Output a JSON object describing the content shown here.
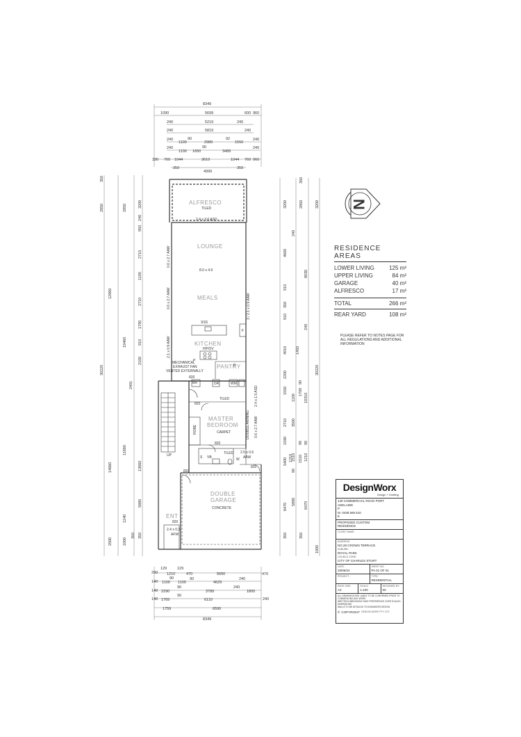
{
  "dimensions": {
    "top_overall": "8349",
    "top_row1": [
      "1090",
      "5699",
      "600",
      "960"
    ],
    "top_row2": [
      "240",
      "5219",
      "240"
    ],
    "top_row3": [
      "240",
      "5819",
      "240"
    ],
    "top_row4": [
      "240",
      "1100",
      "90",
      "2989",
      "92",
      "1550",
      "240"
    ],
    "top_row5": [
      "240",
      "1100",
      "1650",
      "90",
      "3489",
      "240"
    ],
    "top_row6": [
      "330",
      "760",
      "1044",
      "3610",
      "1044",
      "760",
      "960"
    ],
    "top_row7": [
      "350",
      "4999",
      "350"
    ],
    "left_outer": [
      "350",
      "2850",
      "12960",
      "30220",
      "14660",
      "2500",
      "350"
    ],
    "left_mid": [
      "2850",
      "19460",
      "11680",
      "1240"
    ],
    "left_inner": [
      "3200",
      "240",
      "950",
      "2710",
      "1190",
      "2710",
      "1790",
      "910",
      "2100",
      "2401",
      "13660",
      "5880",
      "1000",
      "350"
    ],
    "right_outer": [
      "350",
      "3200",
      "30220",
      "1000"
    ],
    "right_mid": [
      "2850",
      "8030",
      "240",
      "10310",
      "6470",
      "350"
    ],
    "right_inner": [
      "3200",
      "240",
      "4600",
      "910",
      "350",
      "910",
      "4910",
      "2200",
      "1550",
      "3500",
      "2710",
      "1590",
      "1510",
      "6470",
      "5880",
      "350"
    ],
    "right_extra": [
      "1450",
      "1100",
      "1510",
      "90",
      "1210",
      "90",
      "5400",
      "1210",
      "90",
      "1700",
      "90"
    ],
    "bottom_row1": [
      "290",
      "129",
      "1210",
      "129",
      "470",
      "5650",
      "470"
    ],
    "bottom_row2": [
      "140",
      "90",
      "1100",
      "1100",
      "90",
      "4629",
      "240"
    ],
    "bottom_row3": [
      "140",
      "2290",
      "90",
      "3789",
      "240",
      "1800"
    ],
    "bottom_row4": [
      "140",
      "1769",
      "90",
      "6110",
      "240"
    ],
    "bottom_row5": [
      "1759",
      "6590"
    ],
    "bottom_overall": "8349"
  },
  "rooms": {
    "alfresco": "ALFRESCO",
    "alfresco_floor": "TILED",
    "alfresco_dim": "2.4 x 3.6 ASD",
    "lounge": "LOUNGE",
    "lounge_dim": "8.0 x 4.9",
    "meals": "MEALS",
    "kitchen": "KITCHEN",
    "sss": "SSS",
    "hpov": "HP/OV",
    "pantry": "PANTRY",
    "fridge": "F",
    "pantry_p": "P",
    "master": "MASTER",
    "master2": "BEDROOM",
    "master_floor": "CARPET",
    "robe": "ROBE",
    "garage": "DOUBLE",
    "garage2": "GARAGE",
    "garage_floor": "CONCRETE",
    "entry": "ENT",
    "br": "BR",
    "dr": "DR",
    "wm": "WM",
    "tiled1": "TILED",
    "tiled2": "TILED",
    "sh": "S",
    "vb": "VB",
    "w": "W",
    "up": "UP",
    "p_mark": "P",
    "d820": [
      "820",
      "820",
      "820",
      "820",
      "820",
      "820"
    ]
  },
  "windows": {
    "w1": "0.6 x 2.7 AAW",
    "w2": "0.6 x 2.7 AAW",
    "w3": "2.1 x 0.9 AAW",
    "w4": "3 / 2.1 x 0.9 AAW",
    "w5": "2.4 x 1.5 ASD",
    "w6": "DOUBLE AWNING",
    "w7": "0.6 x 2.7 AAW",
    "w8": "2.5 x 0.6",
    "w8b": "AAW",
    "w9": "2.4 x 0.3",
    "w9b": "AFW",
    "exhaust": [
      "MECHANICAL",
      "EXHAUST FAN",
      "VENTED EXTERNALLY"
    ]
  },
  "north_label": "N",
  "areas": {
    "title": "RESIDENCE AREAS",
    "rows": [
      {
        "label": "LOWER LIVING",
        "value": "125 m²"
      },
      {
        "label": "UPPER LIVING",
        "value": "84 m²"
      },
      {
        "label": "GARAGE",
        "value": "40 m²"
      },
      {
        "label": "ALFRESCO",
        "value": "17 m²"
      }
    ],
    "total_label": "TOTAL",
    "total_value": "266 m²",
    "rear_label": "REAR YARD",
    "rear_value": "108 m²"
  },
  "note": "PLEASE REFER TO NOTES PAGE FOR ALL REGULATIONS AND ADDITIONAL INFORMATION",
  "titleblock": {
    "brand_a": "Design",
    "brand_b": "Worx",
    "tag": "Design + Drafting",
    "addr1": "129 COMMERCIAL ROAD PORT",
    "addr2": "ADELAIDE",
    "p": "P",
    "m": "M. 0438 569 510",
    "e": "E",
    "project1": "PROPOSED CUSTOM",
    "project2": "RESIDENCE",
    "client_lab": "CLIENT NAME:",
    "address_lab": "ADDRESS:",
    "address": "NO.28 CROWN TERRACE",
    "suburb_lab": "SUBURB:",
    "suburb": "ROYAL PARK",
    "council_lab": "COUNCIL ZONE:",
    "council": "CITY OF CHARLES STURT",
    "date_lab": "DATE:",
    "date": "25/06/24",
    "sheet_lab": "SHEET NO:",
    "sheet": "PA 01 OF 01",
    "project_lab": "PROJECT:",
    "type_lab": "TYPE:",
    "type": "RESIDENTIAL",
    "size_lab": "PAGE SIZE:",
    "size": "A3",
    "scale_lab": "SCALE:",
    "scale": "1:100",
    "designed_lab": "DESIGNED BY:",
    "designed": "00",
    "fine1": "ALL DRAWINGS ARE LIABLE TO BE CONFIRMED PRIOR TO COMMENCING ANY WORK",
    "fine2": "WRITTEN DIMENSIONS TAKE PREFERENCE OVER SCALED DIMENSIONS",
    "fine3": "WALLS TO BE DETAILED TO ENGINEERS DESIGN",
    "copyright": "COPYRIGHT",
    "copy_small": "DESIGN WORX PTY LTD"
  }
}
